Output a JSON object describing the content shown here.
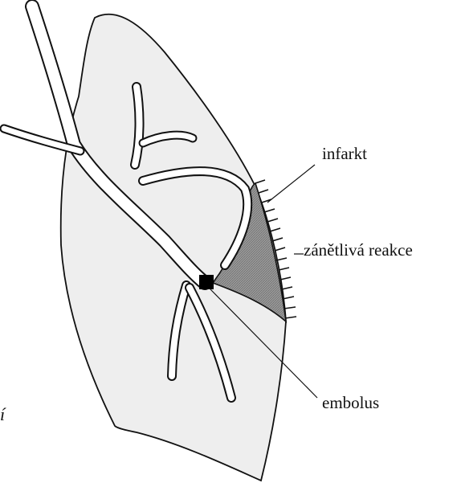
{
  "labels": {
    "infarct": "infarkt",
    "inflammatory_reaction": "zánětlivá reakce",
    "embolus": "embolus",
    "margin_fragment": "í"
  },
  "colors": {
    "lung_fill": "#eeeeee",
    "infarct_fill": "#999999",
    "vessel_fill": "#ffffff",
    "embolus_fill": "#000000",
    "stroke": "#111111"
  }
}
